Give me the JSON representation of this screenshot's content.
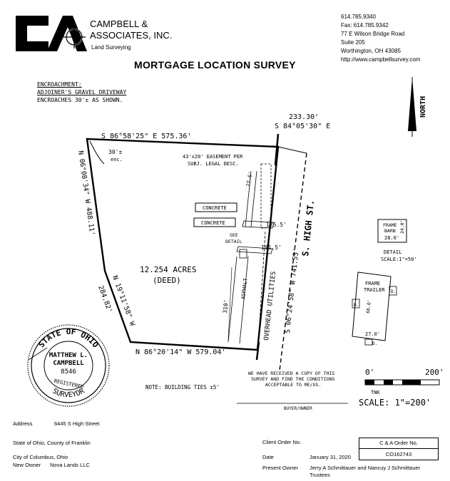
{
  "company": {
    "logo_text": "CA",
    "name_line1": "CAMPBELL &",
    "name_line2": "ASSOCIATES, INC.",
    "tagline": "Land Surveying"
  },
  "contact": {
    "phone": "614.785.9340",
    "fax": "Fax: 614.785.9342",
    "address1": "77 E Wilson Bridge Road",
    "address2": "Suite 205",
    "city": "Worthington, OH 43085",
    "web": "http://www.campbellsurvey.com"
  },
  "title": "MORTGAGE LOCATION SURVEY",
  "encroachment": {
    "heading": "ENCROACHMENT:",
    "line1": "ADJOINER'S GRAVEL DRIVEWAY",
    "line2": "ENCROACHES 30'± AS SHOWN."
  },
  "north_label": "NORTH",
  "plat": {
    "top_bearing": "S 86°58'25\" E 575.36'",
    "top_right_dist": "233.30'",
    "top_right_bearing": "S 84°05'30\" E",
    "left_bearing": "N 06°08'34\" W 488.11'",
    "left_lower_bearing": "N 19°11'58\" W",
    "left_lower_dist": "284.82'",
    "right_bearing": "S 06°24'58\" W 741.53'",
    "bottom_bearing": "N 86°20'14\" W 579.04'",
    "encroach_note": "30'±",
    "encroach_note2": "enc.",
    "easement_line1": "43'x20' EASEMENT PER",
    "easement_line2": "SUBJ. LEGAL DESC.",
    "dim_276": "27.6'",
    "concrete1": "CONCRETE",
    "concrete2": "CONCRETE",
    "dim_1755": "175.5'",
    "see_detail1": "SEE",
    "see_detail2": "DETAIL",
    "dim_1815": "181.5'",
    "asphalt": "ASPHALT",
    "overhead": "OVERHEAD UTILITIES",
    "dim_310": "310'",
    "acreage1": "12.254 ACRES",
    "acreage2": "(DEED)",
    "street": "S. HIGH ST.",
    "frame_barn1": "FRAME",
    "frame_barn2": "BARN",
    "barn_w": "28.0'",
    "barn_h": "24.0'",
    "detail_label": "DETAIL",
    "detail_scale": "SCALE:1\"=50'",
    "trailer1": "FRAME",
    "trailer2": "TRAILER",
    "trailer_h": "66.0'",
    "trailer_w": "27.0'",
    "d1": "D.",
    "d2": "D.",
    "d3": "D.",
    "building_ties": "NOTE: BUILDING TIES ±5'"
  },
  "seal": {
    "state": "STATE OF OHIO",
    "name1": "MATTHEW L.",
    "name2": "CAMPBELL",
    "number": "8546",
    "registered": "REGISTERED",
    "surveyor": "SURVEYOR"
  },
  "acknowledge": {
    "line1": "WE HAVE RECEIVED A COPY OF THIS",
    "line2": "SURVEY AND FIND THE CONDITIONS",
    "line3": "ACCEPTABLE TO ME/US.",
    "signature_label": "BUYER/OWNER"
  },
  "scale": {
    "zero": "0'",
    "max": "200'",
    "tnk": "TNK",
    "text": "SCALE: 1\"=200'"
  },
  "fields": {
    "address_label": "Address",
    "address_value": "6445 S High Street",
    "state_county": "State of Ohio, County of Franklin",
    "city": "City of Columbus, Ohio",
    "new_owner_label": "New Owner",
    "new_owner_value": "Nova Lands LLC",
    "client_order_label": "Client Order No.",
    "date_label": "Date",
    "date_value": "January 31, 2020",
    "present_owner_label": "Present Owner",
    "present_owner_value1": "Jerry A Schmittauer and Nancuy J Schmittauer",
    "present_owner_value2": "Trustees",
    "ca_order_label": "C & A Order No.",
    "ca_order_value": "CO162743"
  }
}
